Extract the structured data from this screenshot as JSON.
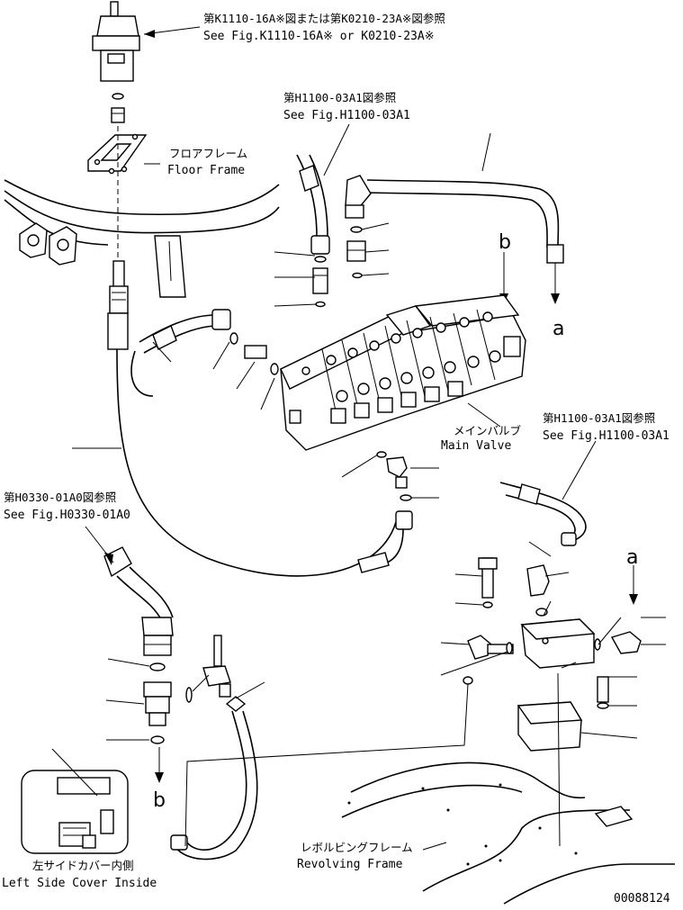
{
  "callouts": {
    "top_ref_jp": "第K1110-16A※図または第K0210-23A※図参照",
    "top_ref_en": "See Fig.K1110-16A※ or K0210-23A※",
    "hose_ref_jp": "第H1100-03A1図参照",
    "hose_ref_en": "See Fig.H1100-03A1",
    "floor_jp": "フロアフレーム",
    "floor_en": "Floor Frame",
    "valve_jp": "メインバルブ",
    "valve_en": "Main Valve",
    "right_ref_jp": "第H1100-03A1図参照",
    "right_ref_en": "See Fig.H1100-03A1",
    "left_ref_jp": "第H0330-01A0図参照",
    "left_ref_en": "See Fig.H0330-01A0",
    "revolving_jp": "レボルビングフレーム",
    "revolving_en": "Revolving Frame",
    "side_cover_jp": "左サイドカバー内側",
    "side_cover_en": "Left Side Cover Inside",
    "drawing_no": "00088124"
  },
  "markers": {
    "b_top": "b",
    "a_top": "a",
    "a_right": "a",
    "b_bottom": "b"
  }
}
